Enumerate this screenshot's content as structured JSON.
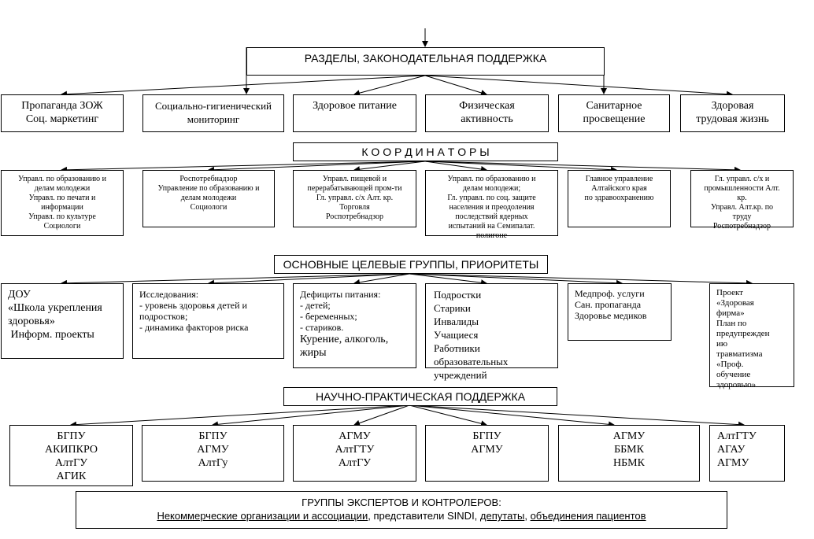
{
  "header": {
    "label": "РАЗДЕЛЫ, ЗАКОНОДАТЕЛЬНАЯ ПОДДЕРЖКА"
  },
  "sections": [
    [
      "Пропаганда ЗОЖ",
      "Соц. маркетинг"
    ],
    [
      "Социально-гигиенический",
      "мониторинг"
    ],
    [
      "Здоровое питание"
    ],
    [
      "Физическая",
      "активность"
    ],
    [
      "Санитарное",
      "просвещение"
    ],
    [
      "Здоровая",
      "трудовая жизнь"
    ]
  ],
  "coordinators": {
    "label": "К О О Р Д И Н А Т О Р Ы",
    "items": [
      [
        "Управл. по образованию и",
        "делам молодежи",
        "Управл. по печати и",
        "информации",
        "Управл. по культуре",
        "Социологи"
      ],
      [
        "Роспотребнадзор",
        "Управление по образованию и",
        "делам молодежи",
        "Социологи"
      ],
      [
        "Управл. пищевой и",
        "перерабатывающей пром-ти",
        "Гл. управл. с/х Алт. кр.",
        "Торговля",
        "Роспотребнадзор"
      ],
      [
        "Управл. по образованию и",
        "делам молодежи;",
        "Гл. управл. по соц. защите",
        "населения и преодоления",
        "последствий ядерных",
        "испытаний на Семипалат.",
        "полигоне"
      ],
      [
        "Главное управление",
        "Алтайского края",
        "по здравоохранению"
      ],
      [
        "Гл. управл. с/х и",
        "промышленности Алт.",
        "кр.",
        "Управл. Алт.кр. по",
        "труду",
        "Роспотребнадзор"
      ]
    ]
  },
  "targets": {
    "label": "ОСНОВНЫЕ ЦЕЛЕВЫЕ ГРУППЫ, ПРИОРИТЕТЫ",
    "items": [
      [
        "ДОУ",
        "«Школа укрепления",
        "здоровья»",
        " Информ. проекты"
      ],
      [
        "Исследования:",
        "- уровень здоровья детей и",
        "подростков;",
        "- динамика факторов риска"
      ],
      [
        "Дефициты питания:",
        "- детей;",
        "- беременных;",
        "- стариков.",
        "Курение, алкоголь,",
        "жиры"
      ],
      [
        "Подростки",
        "Старики",
        "Инвалиды",
        "Учащиеся",
        "Работники",
        "образовательных",
        "учреждений"
      ],
      [
        "Медпроф. услуги",
        "Сан. пропаганда",
        "Здоровье медиков"
      ],
      [
        "Проект",
        "«Здоровая",
        "фирма»",
        "План по",
        "предупрежден",
        "ию",
        "травматизма",
        "«Проф.",
        "обучение",
        "здоровью»"
      ]
    ]
  },
  "science": {
    "label": "НАУЧНО-ПРАКТИЧЕСКАЯ ПОДДЕРЖКА",
    "items": [
      [
        "БГПУ",
        "АКИПКРО",
        "АлтГУ",
        "АГИК"
      ],
      [
        "БГПУ",
        "АГМУ",
        "АлтГу"
      ],
      [
        "АГМУ",
        "АлтГТУ",
        "АлтГУ"
      ],
      [
        "БГПУ",
        "АГМУ"
      ],
      [
        "АГМУ",
        "ББМК",
        "НБМК"
      ],
      [
        "АлтГТУ",
        "АГАУ",
        "АГМУ"
      ]
    ]
  },
  "experts": {
    "title": "ГРУППЫ ЭКСПЕРТОВ И КОНТРОЛЕРОВ:",
    "parts": [
      {
        "text": "Некоммерческие организации и ассоциации",
        "underline": true
      },
      {
        "text": ", представители SINDI, ",
        "underline": false
      },
      {
        "text": "депутаты",
        "underline": true
      },
      {
        "text": ", ",
        "underline": false
      },
      {
        "text": "объединения пациентов",
        "underline": true
      }
    ]
  }
}
